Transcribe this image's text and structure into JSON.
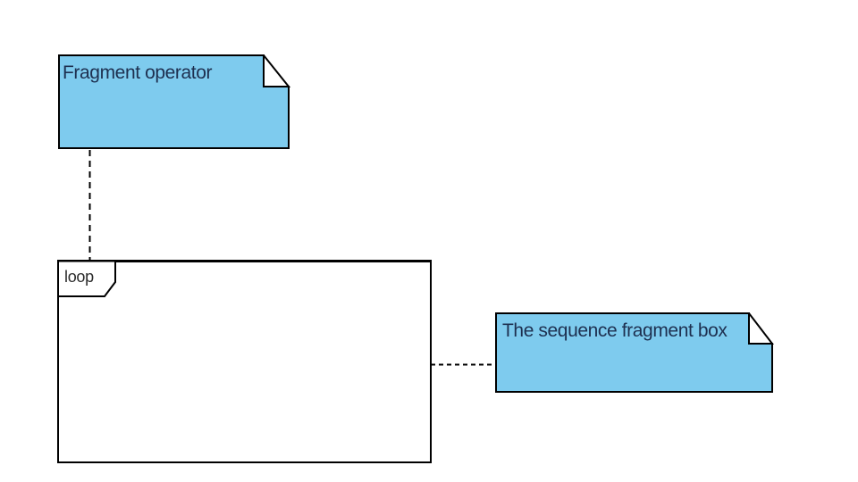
{
  "diagram": {
    "type": "uml-sequence-fragment-annotation",
    "notes": [
      {
        "text": "Fragment operator"
      },
      {
        "text": "The sequence fragment box"
      }
    ],
    "fragment": {
      "operator_label": "loop"
    },
    "colors": {
      "note_fill": "#7ECBEE",
      "note_fold_fill": "#ffffff",
      "fragment_fill": "#ffffff",
      "outline": "#000000",
      "connector": "#000000",
      "note_text": "#1e3050",
      "label_text": "#2b2b2b"
    }
  }
}
